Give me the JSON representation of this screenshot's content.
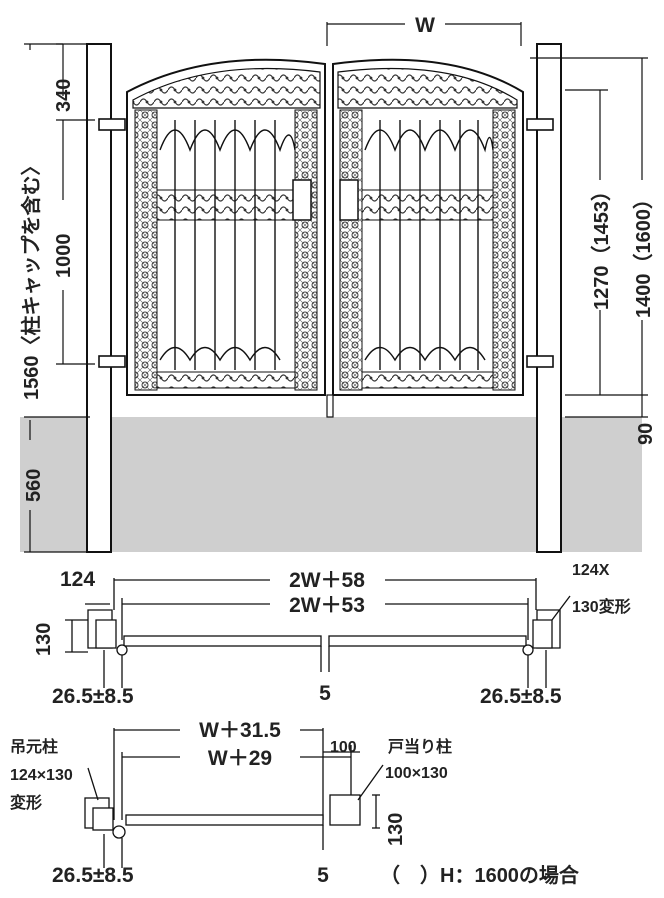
{
  "elevation": {
    "width_label": "W",
    "height_with_cap_label": "1560〈柱キャップを含む〉",
    "top_cap_label": "340",
    "mid_label": "1000",
    "base_label": "560",
    "gate_height_label": "1270（1453）",
    "total_height_label": "1400（1600）",
    "clearance_label": "90"
  },
  "plan_double": {
    "post_label": "124",
    "outer_width_label": "2W＋58",
    "inner_width_label": "2W＋53",
    "post_depth_label": "130",
    "post_spec_line1": "124X",
    "post_spec_line2": "130変形",
    "left_offset_label": "26.5±8.5",
    "gap_label": "5",
    "right_offset_label": "26.5±8.5"
  },
  "plan_single": {
    "hinge_post_line1": "吊元柱",
    "hinge_post_line2": "124×130",
    "hinge_post_line3": "変形",
    "outer_width_label": "W＋31.5",
    "inner_width_label": "W＋29",
    "stop_post_width_label": "100",
    "stop_post_line1": "戸当り柱",
    "stop_post_line2": "100×130",
    "post_depth_label": "130",
    "offset_label": "26.5±8.5",
    "gap_label": "5",
    "note": "（　）H：1600の場合"
  }
}
